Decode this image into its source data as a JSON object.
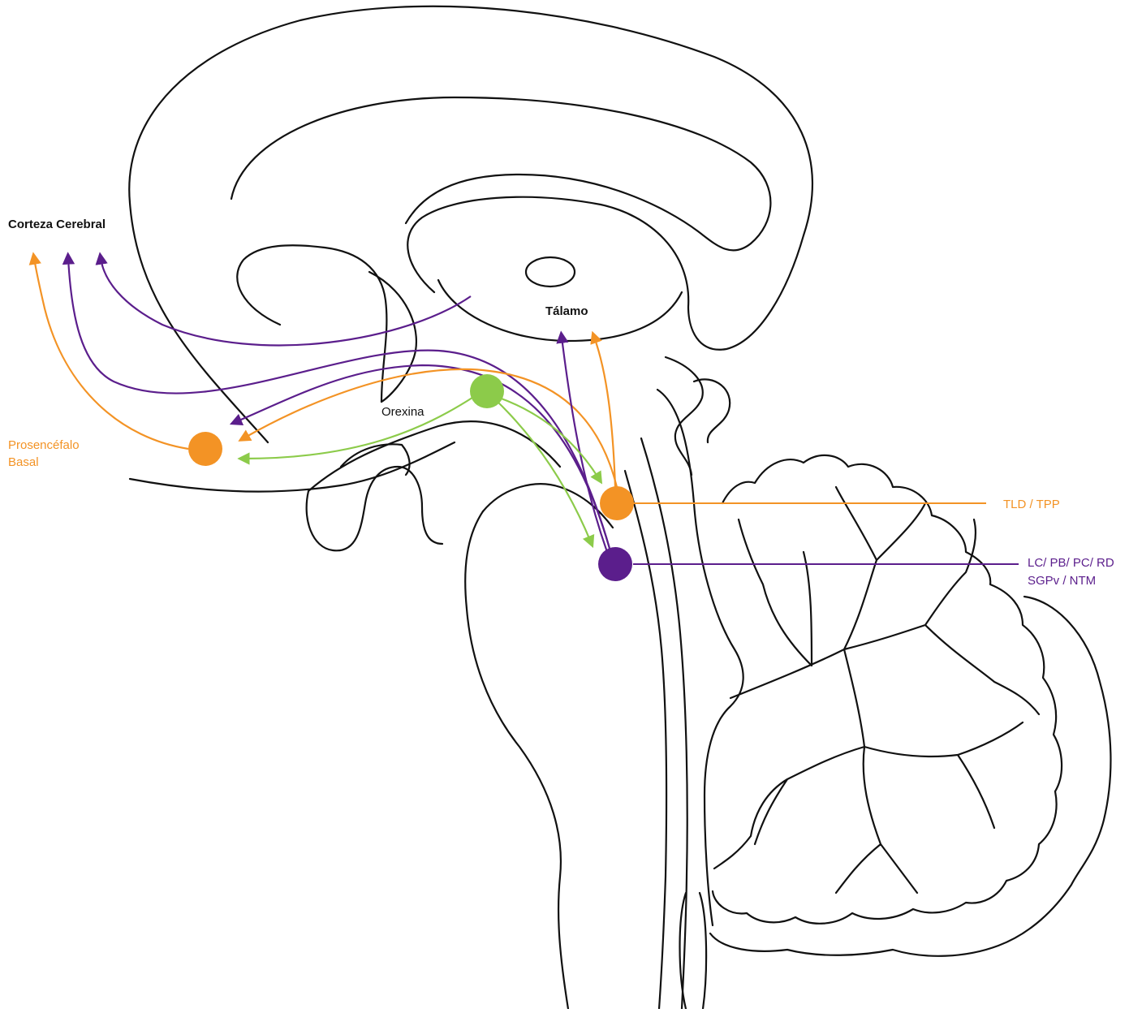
{
  "colors": {
    "outline": "#111111",
    "orange": "#F39325",
    "purple": "#5B1E8C",
    "green": "#8CCB4A",
    "label_dark": "#111111"
  },
  "labels": {
    "corteza": "Corteza Cerebral",
    "talamo": "Tálamo",
    "orexina": "Orexina",
    "prosencefalo_line1": "Prosencéfalo",
    "prosencefalo_line2": "Basal",
    "tld_tpp": "TLD / TPP",
    "lc_line1": "LC/ PB/ PC/ RD",
    "lc_line2": "SGPv / NTM"
  },
  "nodes": [
    {
      "id": "basal-forebrain",
      "color": "orange"
    },
    {
      "id": "orexin",
      "color": "green"
    },
    {
      "id": "tld-tpp",
      "color": "orange"
    },
    {
      "id": "lc-group",
      "color": "purple"
    }
  ]
}
